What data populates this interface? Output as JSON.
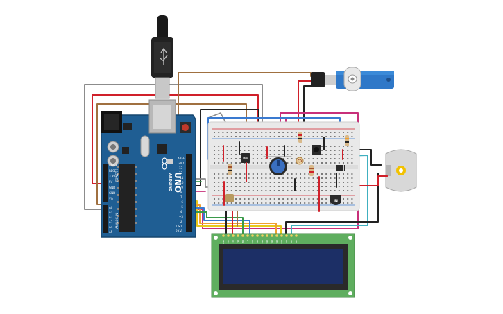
{
  "board": {
    "brand": "ARDUINO",
    "model": "UNO",
    "digital_pins": [
      "AREF",
      "GND",
      "13",
      "12",
      "~11",
      "~10",
      "~9",
      "8",
      "7",
      "~6",
      "~5",
      "4",
      "~3",
      "2",
      "TX▸1",
      "RX◂0"
    ],
    "power_pins": [
      "IOREF",
      "RESET",
      "3.3V",
      "5V",
      "GND",
      "GND",
      "Vin"
    ],
    "analog_pins": [
      "A0",
      "A1",
      "A2",
      "A3",
      "A4",
      "A5"
    ],
    "power_header_label": "POWER",
    "analog_header_label": "ANALOG IN",
    "colors": {
      "board": "#1f5e93",
      "edge": "#16466e"
    }
  },
  "components": {
    "temp_sensor_label": "TMP",
    "transistor_label": "N",
    "icons": [
      "usb-connector-icon",
      "servo-motor-icon",
      "dc-motor-icon",
      "potentiometer-icon",
      "photoresistor-icon",
      "pushbutton-icon",
      "diode-icon",
      "lcd-display-icon"
    ]
  },
  "lcd": {
    "pin_labels": [
      "GND",
      "VCC",
      "V0",
      "RS",
      "RW",
      "E",
      "DB0",
      "DB1",
      "DB2",
      "DB3",
      "DB4",
      "DB5",
      "DB6",
      "DB7",
      "LED",
      "LED"
    ],
    "colors": {
      "pcb": "#5fae5f",
      "screen": "#1c2f66"
    }
  },
  "wire_colors": {
    "red": "#d0202a",
    "black": "#222222",
    "gray": "#8c8c8c",
    "brown": "#a07040",
    "yellow": "#e8c81a",
    "orange": "#f0a030",
    "magenta": "#c8307a",
    "blue": "#3a7ad0",
    "teal": "#40b0c0",
    "green": "#3a9a4a"
  }
}
